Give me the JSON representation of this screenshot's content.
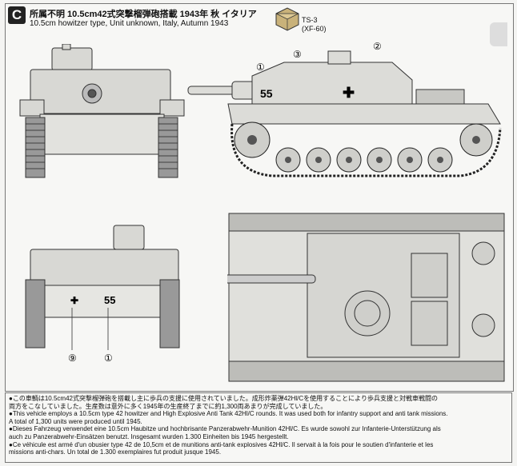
{
  "header": {
    "badge": "C",
    "title_jp": "所属不明 10.5cm42式突撃榴弾砲搭載 1943年 秋 イタリア",
    "title_en": "10.5cm howitzer type, Unit unknown, Italy, Autumn 1943"
  },
  "paint": {
    "code": "TS-3",
    "alt": "(XF-60)",
    "color": "#c9b27a"
  },
  "side_view": {
    "hull_number": "55",
    "callouts": [
      "①",
      "②",
      "③"
    ]
  },
  "rear_view": {
    "hull_number": "55",
    "callouts": [
      "⑨",
      "①"
    ]
  },
  "notes": [
    "●この車輌は10.5cm42式突撃榴弾砲を搭載し主に歩兵の支援に使用されていました。成形炸薬弾42Hl/Cを使用することにより歩兵支援と対戦車戦闘の",
    "両方をこなしていました。生産数は意外に多く1945年の生産終了までに約1,300両あまりが完成していました。",
    "●This vehicle employs a 10.5cm type 42 howitzer and High Explosive Anti Tank 42Hl/C rounds. It was used both for infantry support and anti tank missions.",
    "A total of 1,300 units were produced until 1945.",
    "●Dieses Fahrzeug verwendet eine 10.5cm Haubitze und hochbrisante Panzerabwehr-Munition 42Hl/C. Es wurde sowohl zur Infanterie-Unterstützung als",
    "auch zu Panzerabwehr-Einsätzen benutzt. Insgesamt wurden 1.300 Einheiten bis 1945 hergestellt.",
    "●Ce véhicule est armé d'un obusier type 42 de 10,5cm et de munitions anti-tank explosives 42Hl/C. Il servait à la fois pour le soutien d'infanterie et les",
    "missions anti-chars. Un total de 1.300 exemplaires fut produit jusque 1945."
  ]
}
